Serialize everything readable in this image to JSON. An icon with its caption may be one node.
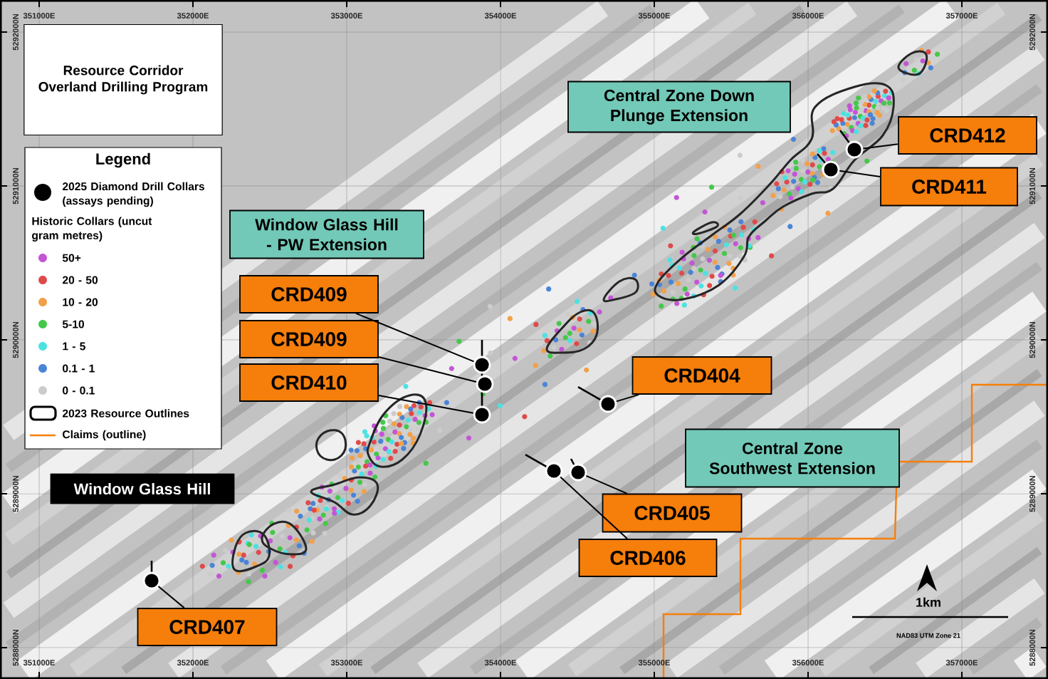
{
  "diagram": {
    "title": "Resource Corridor Overland Drilling Program",
    "nodes": [
      {
        "text": [
          "Central Zone Down Plunge Extension"
        ]
      },
      {
        "text": [
          "Window Glass Hill - PW Extension"
        ]
      },
      {
        "text": [
          "Central Zone Southwest Extension"
        ]
      },
      {
        "text": [
          "Window Glass Hill"
        ]
      },
      {
        "text": [
          "CRD412"
        ]
      },
      {
        "text": [
          "CRD411"
        ]
      },
      {
        "text": [
          "CRD409"
        ]
      },
      {
        "text": [
          "CRD409"
        ]
      },
      {
        "text": [
          "CRD410"
        ]
      },
      {
        "text": [
          "CRD404"
        ]
      },
      {
        "text": [
          "CRD405"
        ]
      },
      {
        "text": [
          "CRD406"
        ]
      },
      {
        "text": [
          "CRD407"
        ]
      },
      {
        "text": [],
        "shape": "circle"
      },
      {
        "text": [],
        "shape": "circle"
      },
      {
        "text": [],
        "shape": "circle"
      },
      {
        "text": [],
        "shape": "circle"
      },
      {
        "text": [],
        "shape": "circle"
      },
      {
        "text": [],
        "shape": "circle"
      },
      {
        "text": [],
        "shape": "circle"
      },
      {
        "text": [],
        "shape": "circle"
      },
      {
        "text": [],
        "shape": "circle"
      }
    ],
    "edges": [
      {
        "from": 4,
        "to": 21,
        "arrow": "none"
      },
      {
        "from": 5,
        "to": 20,
        "arrow": "none"
      },
      {
        "from": 6,
        "to": 14,
        "arrow": "none"
      },
      {
        "from": 7,
        "to": 15,
        "arrow": "none"
      },
      {
        "from": 8,
        "to": 16,
        "arrow": "none"
      },
      {
        "from": 9,
        "to": 19,
        "arrow": "none"
      },
      {
        "from": 10,
        "to": 18,
        "arrow": "none"
      },
      {
        "from": 11,
        "to": 17,
        "arrow": "none"
      },
      {
        "from": 12,
        "to": 13,
        "arrow": "none"
      }
    ],
    "labels": [
      "351000E",
      "352000E",
      "353000E",
      "354000E",
      "355000E",
      "356000E",
      "357000E",
      "5292000N",
      "5291000N",
      "5290000N",
      "5289000N",
      "5288000N",
      "5292000N",
      "5291000N",
      "5290000N",
      "5289000N",
      "5288000N",
      "351000E",
      "352000E",
      "353000E",
      "354000E",
      "355000E",
      "356000E",
      "357000E",
      "Legend",
      "Historic Collars (uncut gram metres)",
      "1km",
      "NAD83 UTM Zone 21"
    ],
    "legend": [
      {
        "text": "2025 Diamond Drill Collars (assays pending)"
      },
      {
        "text": "50+",
        "color": "#c455d6"
      },
      {
        "text": "20 - 50",
        "color": "#e04a4a"
      },
      {
        "text": "10 - 20",
        "color": "#f2a04a"
      },
      {
        "text": "5-10",
        "color": "#44c84a"
      },
      {
        "text": "1 - 5",
        "color": "#4ce2e2"
      },
      {
        "text": "0.1 - 1",
        "color": "#4a84d6"
      },
      {
        "text": "0 - 0.1",
        "color": "#cccccc"
      },
      {
        "text": "2023 Resource Outlines"
      },
      {
        "text": "Claims (outline)"
      }
    ]
  }
}
